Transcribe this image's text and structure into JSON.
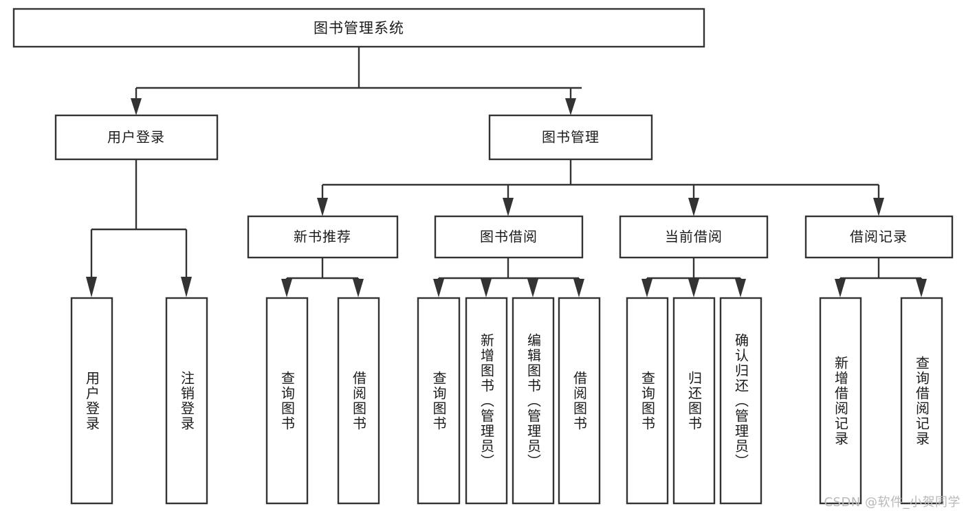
{
  "diagram": {
    "type": "tree",
    "title": "图书管理系统",
    "watermark": "CSDN @软件_小贺同学",
    "colors": {
      "box_stroke": "#333333",
      "box_fill": "#ffffff",
      "text": "#1b1b1b",
      "background": "#ffffff",
      "watermark": "#b9b9b9"
    },
    "root": {
      "label": "图书管理系统",
      "orientation": "horizontal"
    },
    "level2": [
      {
        "label": "用户登录",
        "orientation": "horizontal"
      },
      {
        "label": "图书管理",
        "orientation": "horizontal"
      }
    ],
    "level3": [
      {
        "label": "新书推荐",
        "orientation": "horizontal"
      },
      {
        "label": "图书借阅",
        "orientation": "horizontal"
      },
      {
        "label": "当前借阅",
        "orientation": "horizontal"
      },
      {
        "label": "借阅记录",
        "orientation": "horizontal"
      }
    ],
    "leaves": {
      "user_login": [
        {
          "label": "用户登录",
          "orientation": "vertical"
        },
        {
          "label": "注销登录",
          "orientation": "vertical"
        }
      ],
      "new_book_recommend": [
        {
          "label": "查询图书",
          "orientation": "vertical"
        },
        {
          "label": "借阅图书",
          "orientation": "vertical"
        }
      ],
      "book_borrow": [
        {
          "label": "查询图书",
          "orientation": "vertical"
        },
        {
          "label": "新增图书（管理员）",
          "orientation": "vertical"
        },
        {
          "label": "编辑图书（管理员）",
          "orientation": "vertical"
        },
        {
          "label": "借阅图书",
          "orientation": "vertical"
        }
      ],
      "current_borrow": [
        {
          "label": "查询图书",
          "orientation": "vertical"
        },
        {
          "label": "归还图书",
          "orientation": "vertical"
        },
        {
          "label": "确认归还（管理员）",
          "orientation": "vertical"
        }
      ],
      "borrow_record": [
        {
          "label": "新增借阅记录",
          "orientation": "vertical"
        },
        {
          "label": "查询借阅记录",
          "orientation": "vertical"
        }
      ]
    }
  }
}
